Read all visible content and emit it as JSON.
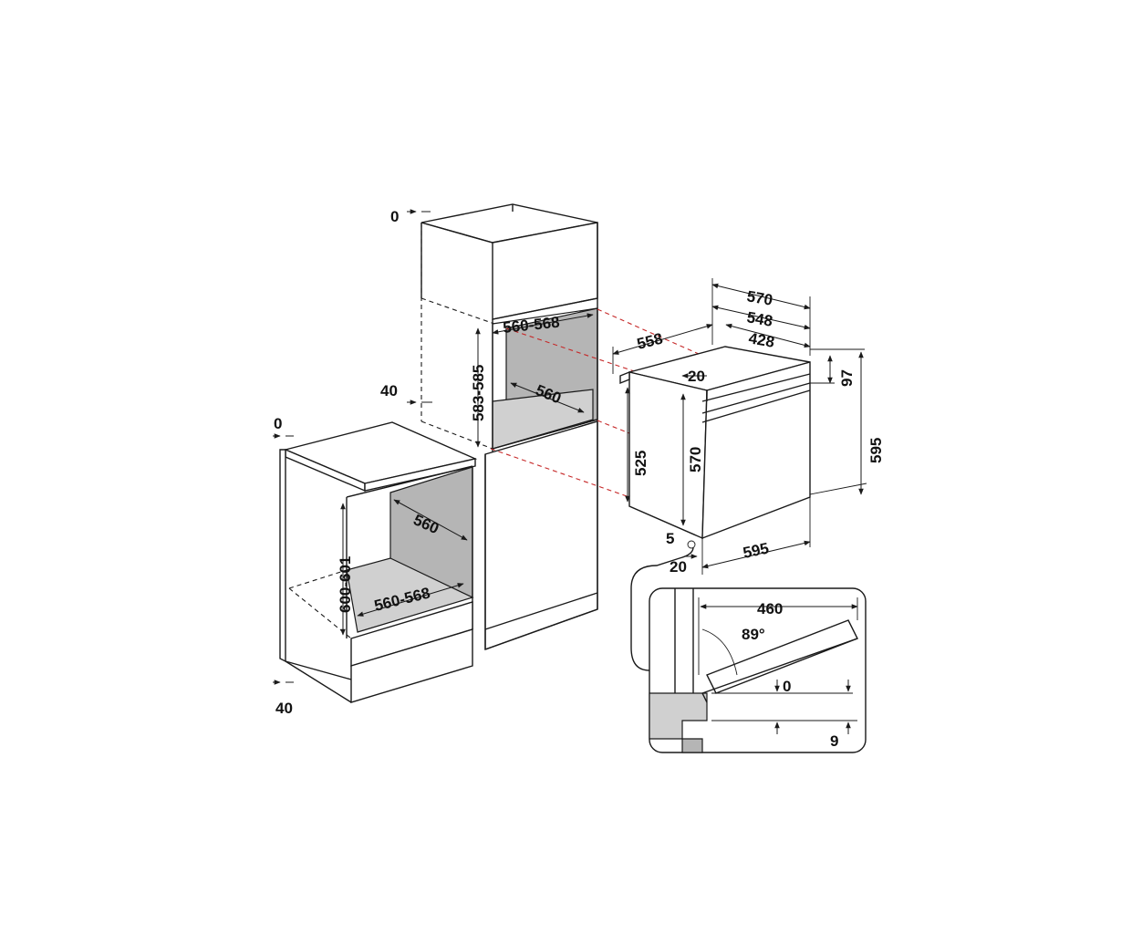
{
  "colors": {
    "line": "#1a1a1a",
    "cavity": "#b5b5b5",
    "guide": "#c62828",
    "background": "#ffffff"
  },
  "dimensions": {
    "tall_top_gap": "0",
    "tall_side_gap": "40",
    "tall_width": "560-568",
    "tall_height": "583-585",
    "tall_depth": "560",
    "low_top_gap": "0",
    "low_bottom_gap": "40",
    "low_height": "600-601",
    "low_depth": "560",
    "low_width": "560-568",
    "oven_depth_total": "570",
    "oven_depth_body": "548",
    "oven_depth_inner": "428",
    "oven_width_body": "558",
    "oven_panel_offset": "20",
    "oven_panel_height": "97",
    "oven_body_height": "525",
    "oven_door_height": "570",
    "oven_total_height": "595",
    "oven_bottom_gap": "5",
    "oven_side_offset": "20",
    "oven_width": "595",
    "detail_depth": "460",
    "detail_angle": "89°",
    "detail_offset_top": "0",
    "detail_offset_bottom": "9"
  }
}
